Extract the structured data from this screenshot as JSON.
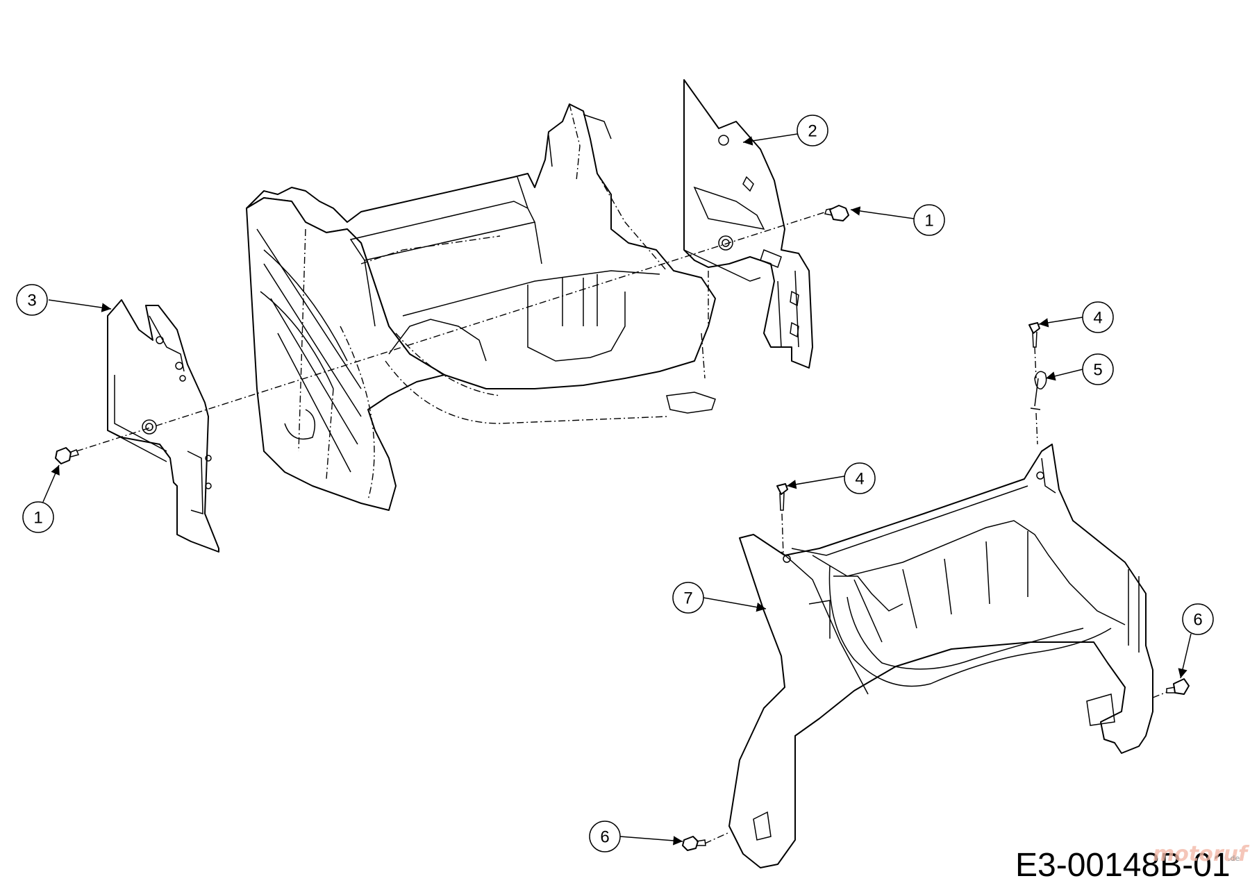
{
  "diagram": {
    "drawing_code": "E3-00148B-01",
    "watermark": {
      "brand": "motoruf",
      "suffix": ".de"
    },
    "callouts": [
      {
        "id": "1",
        "label": "1"
      },
      {
        "id": "2",
        "label": "2"
      },
      {
        "id": "3",
        "label": "3"
      },
      {
        "id": "1b",
        "label": "1"
      },
      {
        "id": "4",
        "label": "4"
      },
      {
        "id": "5",
        "label": "5"
      },
      {
        "id": "4b",
        "label": "4"
      },
      {
        "id": "7",
        "label": "7"
      },
      {
        "id": "6",
        "label": "6"
      },
      {
        "id": "6b",
        "label": "6"
      }
    ]
  }
}
